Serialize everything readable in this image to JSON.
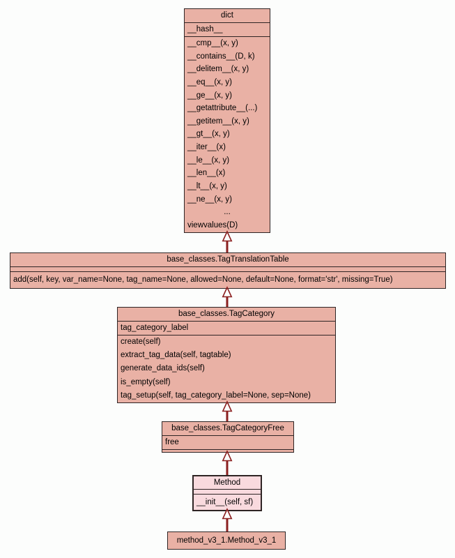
{
  "diagram": {
    "type": "uml-class-inheritance",
    "colors": {
      "class_fill": "#e9b1a5",
      "highlight_fill": "#f9dade",
      "border": "#2e2424",
      "arrow": "#8b1f1f",
      "background": "#fcfdfc",
      "text": "#000000"
    },
    "classes": [
      {
        "id": "dict",
        "title": "dict",
        "highlight": false,
        "attributes": [
          "__hash__"
        ],
        "methods": [
          "__cmp__(x, y)",
          "__contains__(D, k)",
          "__delitem__(x, y)",
          "__eq__(x, y)",
          "__ge__(x, y)",
          "__getattribute__(...)",
          "__getitem__(x, y)",
          "__gt__(x, y)",
          "__iter__(x)",
          "__le__(x, y)",
          "__len__(x)",
          "__lt__(x, y)",
          "__ne__(x, y)",
          "...",
          "viewvalues(D)"
        ]
      },
      {
        "id": "tag_translation_table",
        "title": "base_classes.TagTranslationTable",
        "highlight": false,
        "attributes": [],
        "methods": [
          "add(self, key, var_name=None, tag_name=None, allowed=None, default=None, format='str', missing=True)"
        ]
      },
      {
        "id": "tag_category",
        "title": "base_classes.TagCategory",
        "highlight": false,
        "attributes": [
          "tag_category_label"
        ],
        "methods": [
          "create(self)",
          "extract_tag_data(self, tagtable)",
          "generate_data_ids(self)",
          "is_empty(self)",
          "tag_setup(self, tag_category_label=None, sep=None)"
        ]
      },
      {
        "id": "tag_category_free",
        "title": "base_classes.TagCategoryFree",
        "highlight": false,
        "attributes": [
          "free"
        ],
        "methods": []
      },
      {
        "id": "method",
        "title": "Method",
        "highlight": true,
        "attributes": [],
        "methods": [
          "__init__(self, sf)"
        ]
      },
      {
        "id": "method_v3_1",
        "title": "method_v3_1.Method_v3_1",
        "highlight": false,
        "attributes": null,
        "methods": null
      }
    ],
    "edges": [
      {
        "from": "tag_translation_table",
        "to": "dict",
        "type": "inheritance"
      },
      {
        "from": "tag_category",
        "to": "tag_translation_table",
        "type": "inheritance"
      },
      {
        "from": "tag_category_free",
        "to": "tag_category",
        "type": "inheritance"
      },
      {
        "from": "method",
        "to": "tag_category_free",
        "type": "inheritance"
      },
      {
        "from": "method_v3_1",
        "to": "method",
        "type": "inheritance"
      }
    ]
  }
}
